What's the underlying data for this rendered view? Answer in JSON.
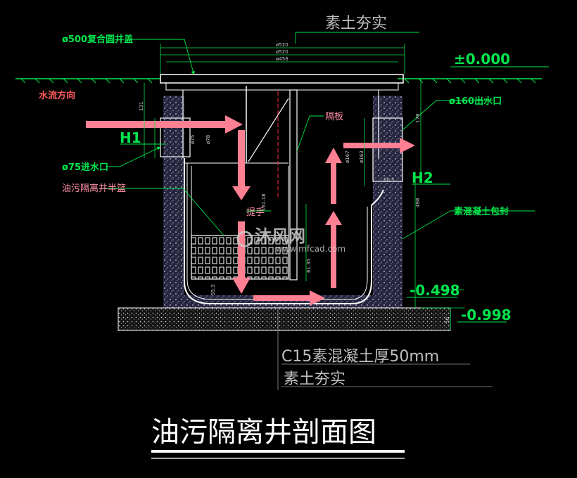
{
  "drawing": {
    "title": "油污隔离井剖面图",
    "labels": {
      "top_backfill": "素土夯实",
      "cover": "ø500复合圆井盖",
      "flow_direction": "水流方向",
      "elev_top": "±0.000",
      "outlet": "ø160出水口",
      "partition": "隔板",
      "h1": "H1",
      "h2": "H2",
      "inlet": "ø75进水口",
      "basket": "油污隔离井半篮",
      "handle": "提手",
      "encasement": "素混凝土包封",
      "elev_mid": "-0.498",
      "elev_bottom": "-0.998",
      "base_layer": "C15素混凝土厚50mm",
      "bottom_backfill": "素土夯实"
    },
    "dimensions": {
      "d1": "ø520",
      "d2": "ø520",
      "d3": "ø456",
      "v1": "131",
      "v2": "ø75",
      "v3": "ø78",
      "v4": "ø167",
      "v5": "ø163",
      "v6": "60.5",
      "v7": "178",
      "v8": "498",
      "v9": "161.18",
      "v10": "55.3",
      "v11": "61.35",
      "v12": "50"
    },
    "watermark": {
      "main": "沐风网",
      "sub": "www.mfcad.com"
    }
  },
  "colors": {
    "background": "#000000",
    "label_green": "#00e64d",
    "flow_arrow": "#ff7f93",
    "flow_label": "#ff5a5a",
    "structure": "#ffffff",
    "concrete": "#3d3d5a"
  }
}
